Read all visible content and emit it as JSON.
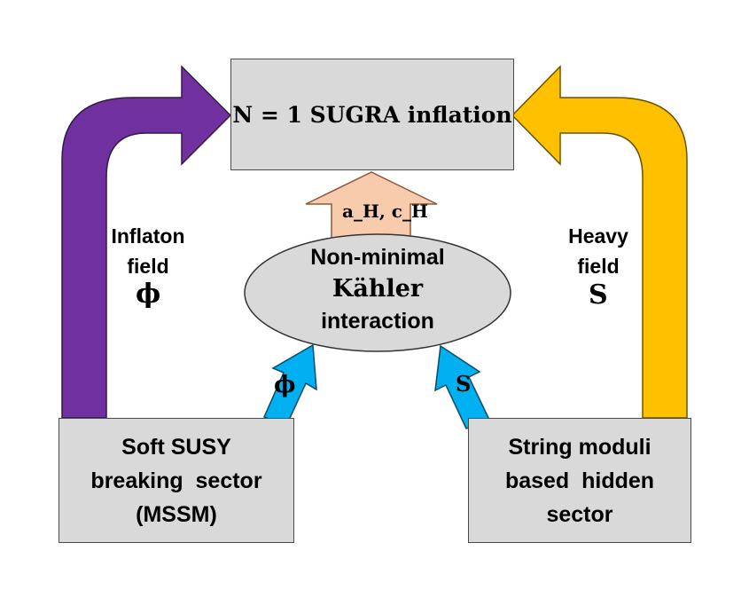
{
  "top_box": {
    "text": "N = 1 SUGRA inflation"
  },
  "left_box": {
    "line1": "Soft SUSY",
    "line2": "breaking  sector",
    "line3": "(MSSM)"
  },
  "right_box": {
    "line1": "String moduli",
    "line2": "based  hidden",
    "line3": "sector"
  },
  "left_arrow_label": {
    "line1": "Inflaton",
    "line2": "field",
    "symbol": "ϕ"
  },
  "right_arrow_label": {
    "line1": "Heavy",
    "line2": "field",
    "symbol": "S"
  },
  "oval": {
    "line1": "Non-minimal",
    "line2": "Kähler",
    "line3": "interaction"
  },
  "up_arrow_label": "a_H, c_H",
  "small_arrow_left_symbol": "ϕ",
  "small_arrow_right_symbol": "S",
  "colors": {
    "purple_arrow": "#7030a0",
    "gold_arrow": "#ffc000",
    "blue_arrow": "#00b0f0",
    "peach_arrow": "#f8cbad",
    "box_fill": "#d9d9d9",
    "oval_fill": "#d9d9d9"
  }
}
